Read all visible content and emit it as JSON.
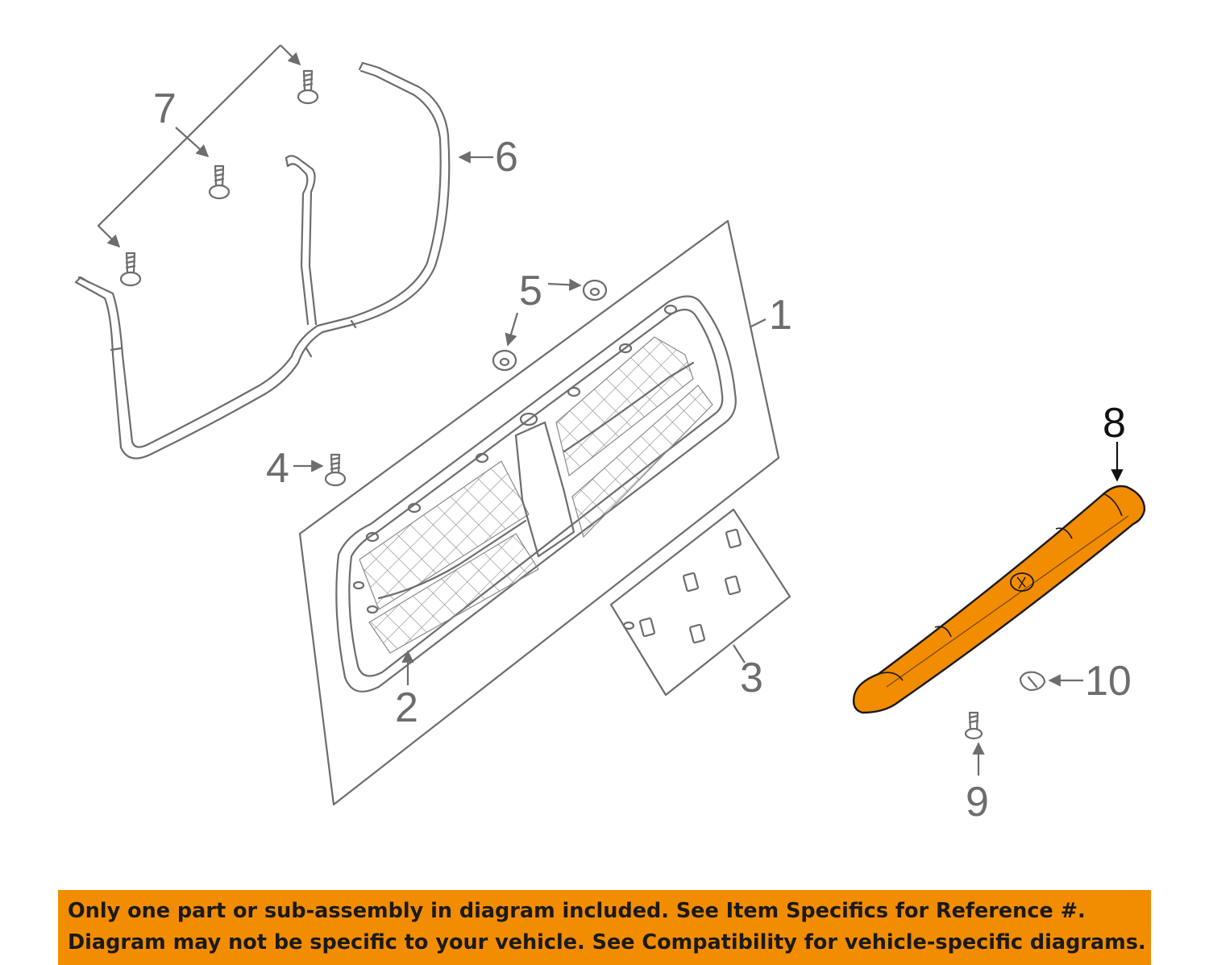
{
  "callouts": {
    "c1": "1",
    "c2": "2",
    "c3": "3",
    "c4": "4",
    "c5": "5",
    "c6": "6",
    "c7": "7",
    "c8": "8",
    "c9": "9",
    "c10": "10"
  },
  "notice": {
    "line1": "Only one part or sub-assembly in diagram included. See Item Specifics for Reference #.",
    "line2": "Diagram may not be specific to your vehicle. See Compatibility for vehicle-specific diagrams."
  },
  "colors": {
    "highlight": "#F28C00",
    "line": "#6d6d6d",
    "banner": "#F28C00"
  }
}
